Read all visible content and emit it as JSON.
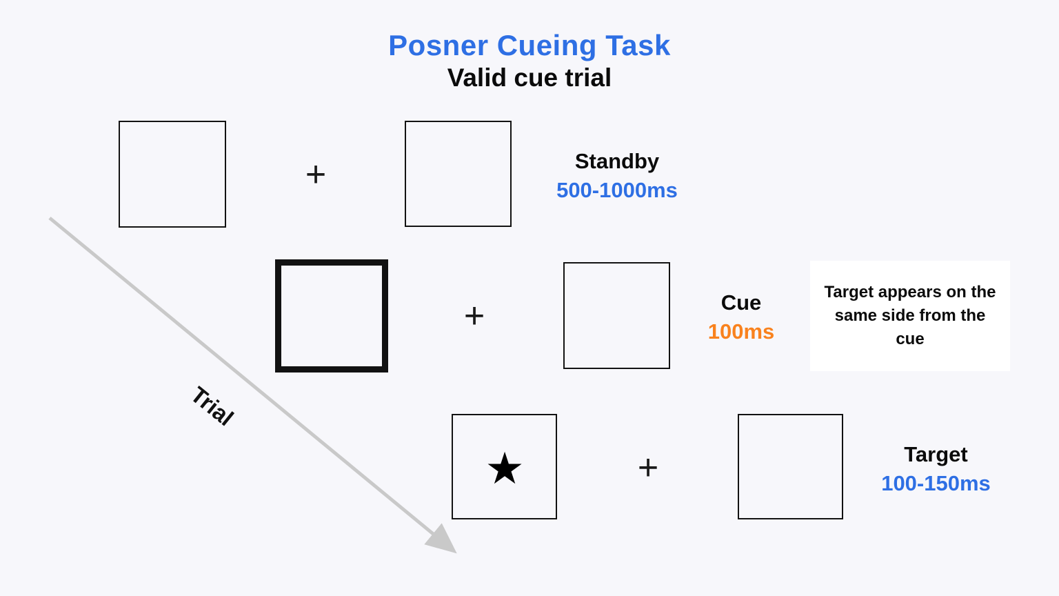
{
  "title": "Posner Cueing Task",
  "subtitle": "Valid cue trial",
  "colors": {
    "accent_blue": "#2e6fe4",
    "accent_orange": "#f9821e",
    "text_black": "#0b0b0b",
    "arrow_gray": "#c9c9c9",
    "background": "#f7f7fb",
    "note_bg": "#ffffff"
  },
  "stages": {
    "standby": {
      "label": "Standby",
      "duration": "500-1000ms"
    },
    "cue": {
      "label": "Cue",
      "duration": "100ms"
    },
    "target": {
      "label": "Target",
      "duration": "100-150ms"
    }
  },
  "note": "Target appears on the same side from the cue",
  "trial_arrow_label": "Trial",
  "glyphs": {
    "fixation_cross": "+",
    "target_star": "★"
  }
}
